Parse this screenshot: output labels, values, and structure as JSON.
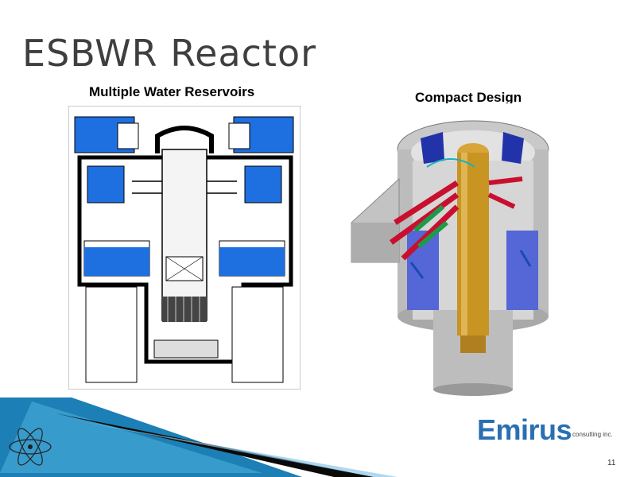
{
  "slide": {
    "title": "ESBWR Reactor",
    "page_number": "11"
  },
  "figures": {
    "left_caption": "Multiple Water Reservoirs",
    "right_caption": "Compact Design"
  },
  "logo": {
    "name": "Emirus",
    "tagline": "consulting inc."
  },
  "colors": {
    "water_blue": "#1e6fe0",
    "logo_blue": "#2a6fb3",
    "title_gray": "#3f3f3f",
    "reactor_gold": "#c89422"
  }
}
